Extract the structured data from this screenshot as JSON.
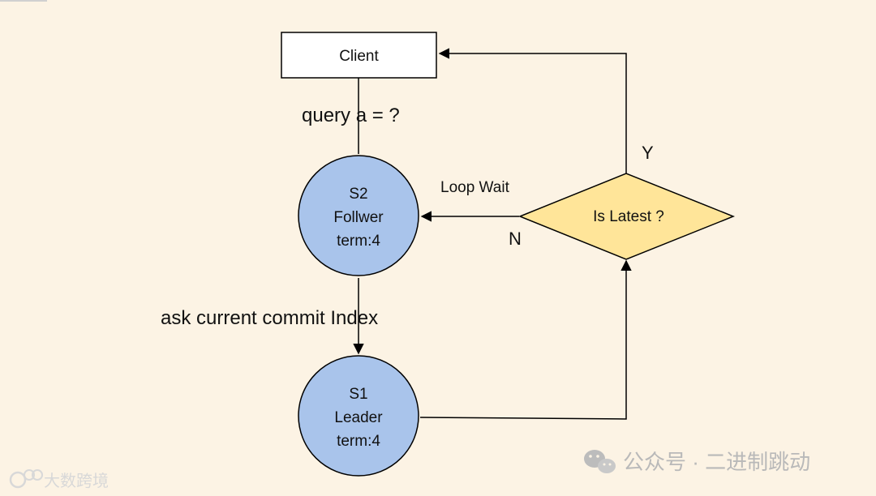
{
  "diagram": {
    "client": {
      "label": "Client"
    },
    "s2": {
      "lines": [
        "S2",
        "Follwer",
        "term:4"
      ]
    },
    "s1": {
      "lines": [
        "S1",
        "Leader",
        "term:4"
      ]
    },
    "decision": {
      "label": "Is Latest ?"
    },
    "edges": {
      "query": "query a = ?",
      "ask": "ask current commit Index",
      "loop_wait": "Loop Wait",
      "yes": "Y",
      "no": "N"
    }
  },
  "colors": {
    "background": "#fcf3e4",
    "circle_fill": "#a9c4eb",
    "diamond_fill": "#ffe599",
    "stroke": "#000000"
  },
  "watermark": {
    "right_text": "公众号 · 二进制跳动",
    "left_text": "大数跨境",
    "right_icon": "wechat-icon",
    "left_icon": "logo-icon"
  }
}
